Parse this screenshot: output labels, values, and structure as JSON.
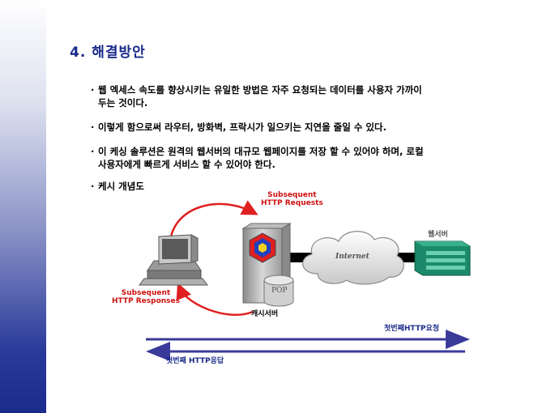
{
  "slide": {
    "title": "4. 해결방안",
    "bullets": [
      {
        "line1": "웹 엑세스 속도를 향상시키는 유일한 방법은 자주 요청되는 데이터를 사용자 가까이",
        "line2": "두는 것이다."
      },
      {
        "line1": "이렇게 함으로써 라우터, 방화벽, 프락시가 일으키는 지연을 줄일 수 있다.",
        "line2": ""
      },
      {
        "line1": "이 케싱 솔루션은 원격의 웹서버의 대규모 웹페이지를 저장 할 수 있어야 하며, 로컬",
        "line2": "사용자에게 빠르게 서비스 할 수 있어야 한다."
      },
      {
        "line1": "케시 개념도",
        "line2": ""
      }
    ],
    "bullet_marker": "·"
  },
  "diagram": {
    "subsequent_requests": [
      "Subsequent",
      "HTTP Requests"
    ],
    "subsequent_responses": [
      "Subsequent",
      "HTTP Responses"
    ],
    "internet_label": "Internet",
    "pop_label": "POP",
    "cache_server_label": "캐시서버",
    "web_server_label": "웹서버",
    "first_request_label": "첫번째HTTP요청",
    "first_response_label": "첫번째 HTTP응답",
    "colors": {
      "arrow_red": "#e02020",
      "arrow_blue": "#3a3a9a",
      "server_teal": "#1a8a6a",
      "label_blue": "#1a2a8a"
    }
  }
}
